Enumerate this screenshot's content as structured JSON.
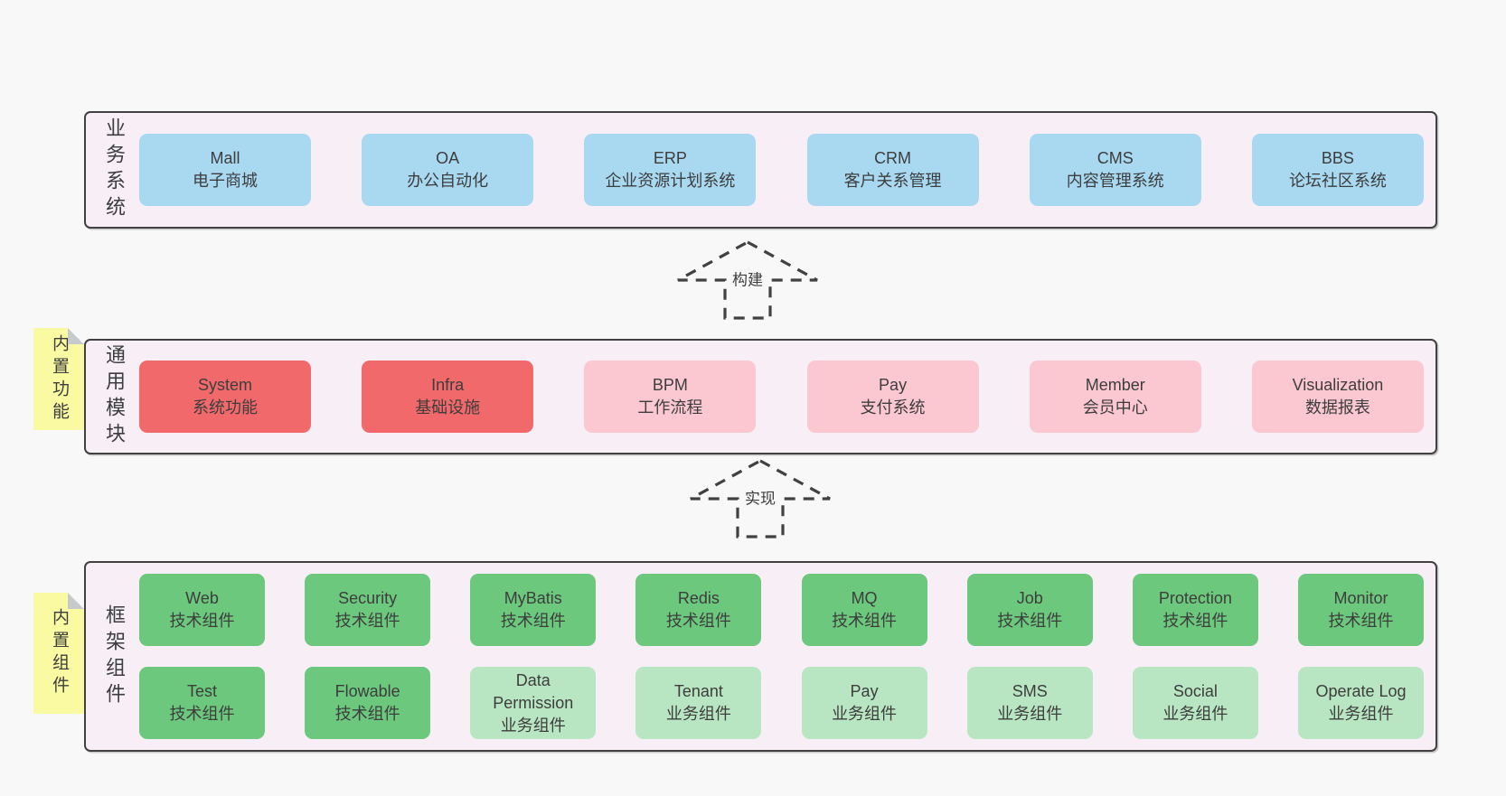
{
  "band1": {
    "label": "业务系统",
    "boxes": [
      {
        "title": "Mall",
        "subtitle": "电子商城"
      },
      {
        "title": "OA",
        "subtitle": "办公自动化"
      },
      {
        "title": "ERP",
        "subtitle": "企业资源计划系统"
      },
      {
        "title": "CRM",
        "subtitle": "客户关系管理"
      },
      {
        "title": "CMS",
        "subtitle": "内容管理系统"
      },
      {
        "title": "BBS",
        "subtitle": "论坛社区系统"
      }
    ]
  },
  "arrow1": {
    "label": "构建"
  },
  "band2": {
    "label": "通用模块",
    "sticky": "内置功能",
    "boxes": [
      {
        "title": "System",
        "subtitle": "系统功能"
      },
      {
        "title": "Infra",
        "subtitle": "基础设施"
      },
      {
        "title": "BPM",
        "subtitle": "工作流程"
      },
      {
        "title": "Pay",
        "subtitle": "支付系统"
      },
      {
        "title": "Member",
        "subtitle": "会员中心"
      },
      {
        "title": "Visualization",
        "subtitle": "数据报表"
      }
    ]
  },
  "arrow2": {
    "label": "实现"
  },
  "band3": {
    "label": "框架组件",
    "sticky": "内置组件",
    "row1": [
      {
        "title": "Web",
        "subtitle": "技术组件"
      },
      {
        "title": "Security",
        "subtitle": "技术组件"
      },
      {
        "title": "MyBatis",
        "subtitle": "技术组件"
      },
      {
        "title": "Redis",
        "subtitle": "技术组件"
      },
      {
        "title": "MQ",
        "subtitle": "技术组件"
      },
      {
        "title": "Job",
        "subtitle": "技术组件"
      },
      {
        "title": "Protection",
        "subtitle": "技术组件"
      },
      {
        "title": "Monitor",
        "subtitle": "技术组件"
      }
    ],
    "row2": [
      {
        "title": "Test",
        "subtitle": "技术组件"
      },
      {
        "title": "Flowable",
        "subtitle": "技术组件"
      },
      {
        "title": "Data Permission",
        "subtitle": "业务组件"
      },
      {
        "title": "Tenant",
        "subtitle": "业务组件"
      },
      {
        "title": "Pay",
        "subtitle": "业务组件"
      },
      {
        "title": "SMS",
        "subtitle": "业务组件"
      },
      {
        "title": "Social",
        "subtitle": "业务组件"
      },
      {
        "title": "Operate Log",
        "subtitle": "业务组件"
      }
    ]
  },
  "colors": {
    "page_bg": "#f8f8f8",
    "band_bg": "#f8eef6",
    "band_border": "#414141",
    "blue_box": "#a8d9f1",
    "red_box": "#f1696a",
    "pink_box": "#fbc8d1",
    "green_box": "#6cc87d",
    "green_light_box": "#b9e6c2",
    "sticky_yellow": "#fafaa2",
    "text": "#3d3d3d"
  }
}
